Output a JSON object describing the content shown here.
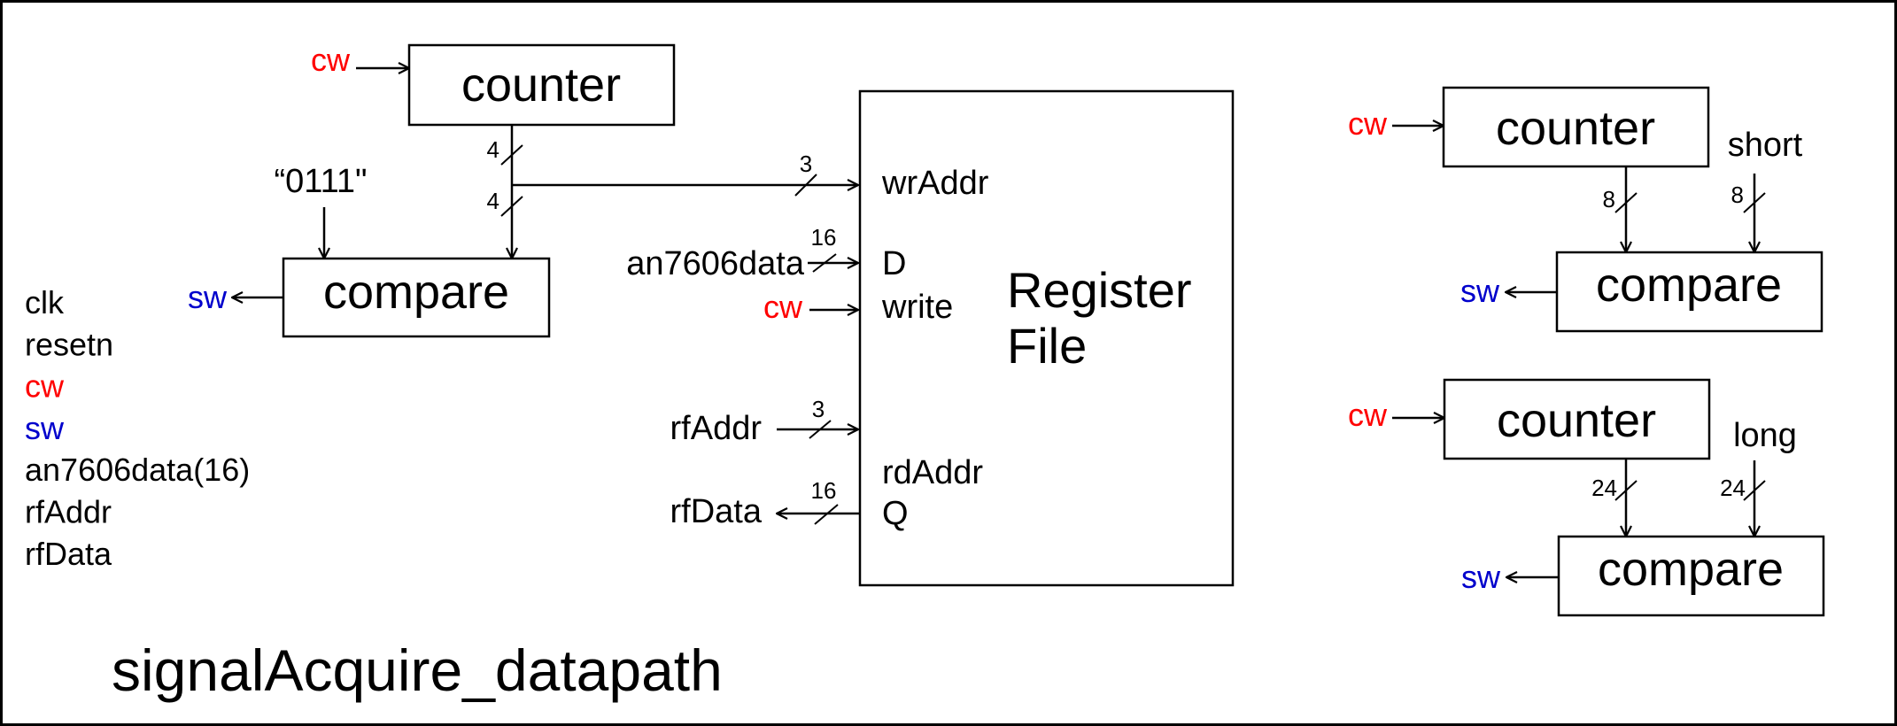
{
  "title": "signalAcquire_datapath",
  "colors": {
    "cw": "#ff0000",
    "sw": "#0000cc",
    "line": "#000000",
    "text": "#000000"
  },
  "blocks": {
    "counter1": "counter",
    "compare1": "compare",
    "regfile_line1": "Register",
    "regfile_line2": "File",
    "counter_short": "counter",
    "compare_short": "compare",
    "counter_long": "counter",
    "compare_long": "compare"
  },
  "signals": {
    "cw": "cw",
    "sw": "sw",
    "const_0111": "“0111\"",
    "an7606data": "an7606data",
    "rfAddr": "rfAddr",
    "rfData": "rfData",
    "short": "short",
    "long": "long"
  },
  "ports": {
    "wrAddr": "wrAddr",
    "D": "D",
    "write": "write",
    "rdAddr": "rdAddr",
    "Q": "Q"
  },
  "bus_widths": {
    "counter1_out": "4",
    "compare1_in": "4",
    "wraddr": "3",
    "an7606data": "16",
    "rfaddr": "3",
    "rfdata": "16",
    "short_counter": "8",
    "short_const": "8",
    "long_counter": "24",
    "long_const": "24"
  },
  "io_list": [
    {
      "label": "clk",
      "kind": "plain"
    },
    {
      "label": "resetn",
      "kind": "plain"
    },
    {
      "label": "cw",
      "kind": "cw"
    },
    {
      "label": "sw",
      "kind": "sw"
    },
    {
      "label": "an7606data(16)",
      "kind": "plain"
    },
    {
      "label": "rfAddr",
      "kind": "plain"
    },
    {
      "label": "rfData",
      "kind": "plain"
    }
  ]
}
